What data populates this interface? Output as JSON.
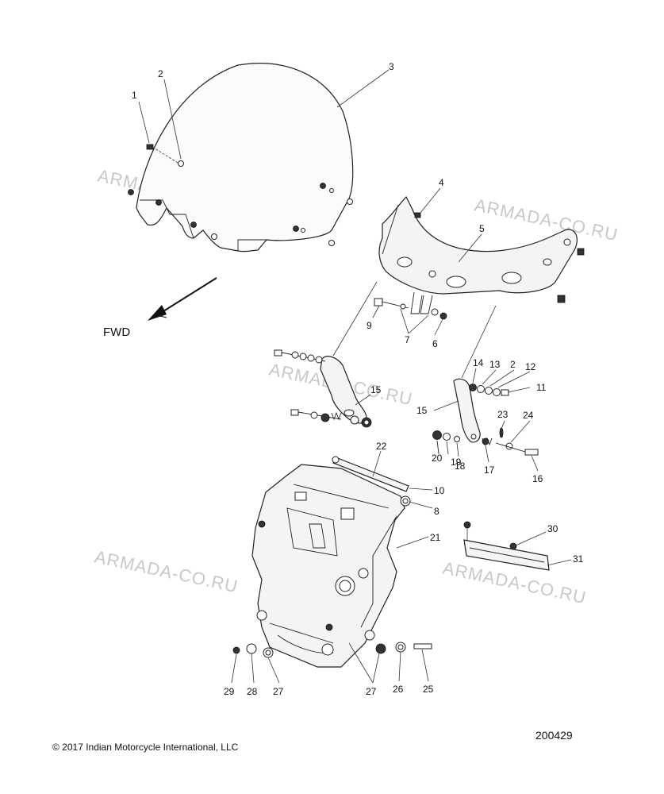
{
  "watermark": "ARMADA-CO.RU",
  "direction_label": "FWD",
  "copyright": "© 2017 Indian Motorcycle International, LLC",
  "diagram_id": "200429",
  "callouts": [
    "1",
    "2",
    "3",
    "4",
    "5",
    "9",
    "7",
    "6",
    "15",
    "14",
    "13",
    "2",
    "12",
    "11",
    "15",
    "23",
    "24",
    "20",
    "19",
    "18",
    "17",
    "16",
    "22",
    "10",
    "8",
    "21",
    "30",
    "31",
    "29",
    "28",
    "27",
    "27",
    "26",
    "25"
  ]
}
